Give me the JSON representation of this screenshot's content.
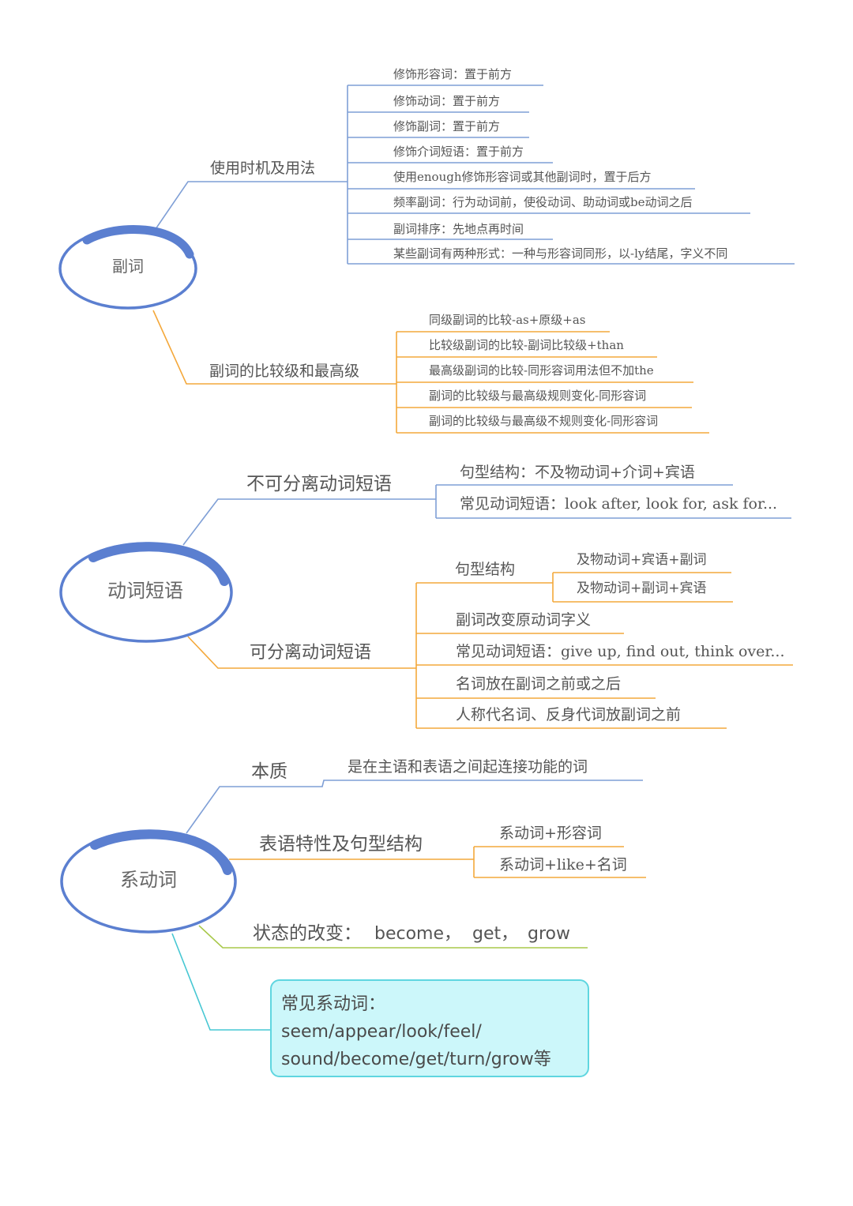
{
  "colors": {
    "blue": "#7f9fd6",
    "orange": "#f4a83b",
    "green": "#a8c84a",
    "cyan": "#46c7d3",
    "root_ring": "#5b7fd0"
  },
  "adverb": {
    "root": "副词",
    "usage": {
      "label": "使用时机及用法",
      "items": [
        "修饰形容词：置于前方",
        "修饰动词：置于前方",
        "修饰副词：置于前方",
        "修饰介词短语：置于前方",
        "使用enough修饰形容词或其他副词时，置于后方",
        "频率副词：行为动词前，使役动词、助动词或be动词之后",
        "副词排序：先地点再时间",
        "某些副词有两种形式：一种与形容词同形，以-ly结尾，字义不同"
      ]
    },
    "comparison": {
      "label": "副词的比较级和最高级",
      "items": [
        "同级副词的比较-as+原级+as",
        "比较级副词的比较-副词比较级+than",
        "最高级副词的比较-同形容词用法但不加the",
        "副词的比较级与最高级规则变化-同形容词",
        "副词的比较级与最高级不规则变化-同形容词"
      ]
    }
  },
  "phrasal": {
    "root": "动词短语",
    "inseparable": {
      "label": "不可分离动词短语",
      "items": [
        "句型结构：不及物动词+介词+宾语",
        "常见动词短语：look after, look for, ask for..."
      ]
    },
    "separable": {
      "label": "可分离动词短语",
      "pattern": {
        "label": "句型结构",
        "items": [
          "及物动词+宾语+副词",
          "及物动词+副词+宾语"
        ]
      },
      "items": [
        "副词改变原动词字义",
        "常见动词短语：give up, find out, think over...",
        "名词放在副词之前或之后",
        "人称代名词、反身代词放副词之前"
      ]
    }
  },
  "linking": {
    "root": "系动词",
    "essence": {
      "label": "本质",
      "item": "是在主语和表语之间起连接功能的词"
    },
    "predicative": {
      "label": "表语特性及句型结构",
      "items": [
        "系动词+形容词",
        "系动词+like+名词"
      ]
    },
    "state_change": {
      "label": "状态的改变：",
      "words": [
        "become，",
        "get，",
        "grow"
      ]
    },
    "common": {
      "title": "常见系动词：",
      "line1": "seem/appear/look/feel/",
      "line2": "sound/become/get/turn/grow等"
    }
  }
}
